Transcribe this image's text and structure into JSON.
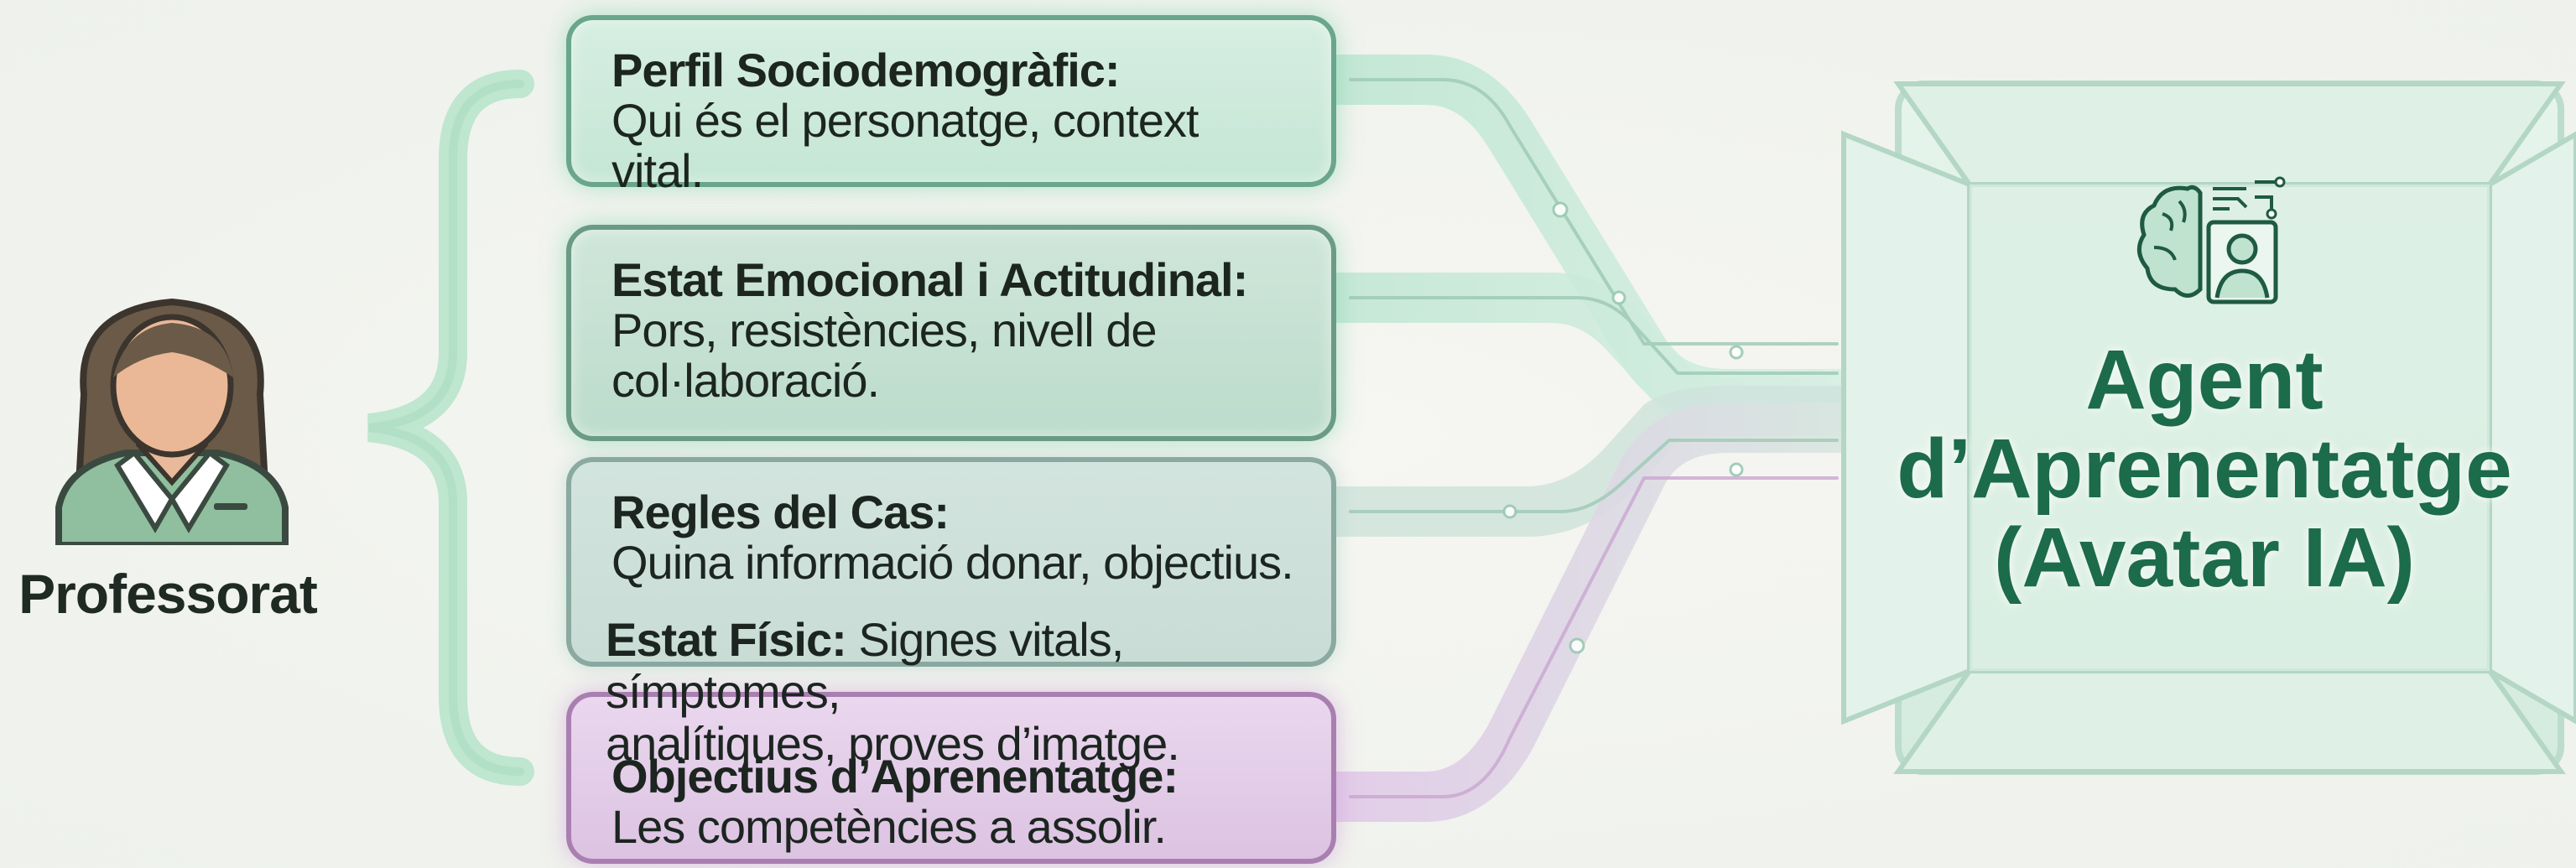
{
  "source": {
    "label": "Professorat",
    "icon": "teacher-avatar-icon"
  },
  "components": [
    {
      "title": "Perfil Sociodemogràfic:",
      "lines": [
        "Qui és el personatge, context vital."
      ]
    },
    {
      "title": "Estat Emocional i Actitudinal:",
      "lines": [
        "Pors, resistències, nivell de",
        "col·laboració."
      ]
    },
    {
      "title": "Regles del Cas:",
      "lines": [
        "Quina informació donar, objectius."
      ]
    },
    {
      "title": "Estat Físic:",
      "lines": [
        " Signes vitals, símptomes,",
        "analítiques, proves d’imatge."
      ]
    },
    {
      "title": "Objectius d’Aprenentatge:",
      "lines": [
        "Les competències a assolir."
      ]
    }
  ],
  "target": {
    "title_lines": [
      "Agent",
      "d’Aprenentatge",
      "(Avatar IA)"
    ],
    "icon": "brain-person-circuit-icon"
  },
  "colors": {
    "green_accent": "#6aa68c",
    "purple_accent": "#a97fb1",
    "agent_text": "#1c6b4b"
  }
}
